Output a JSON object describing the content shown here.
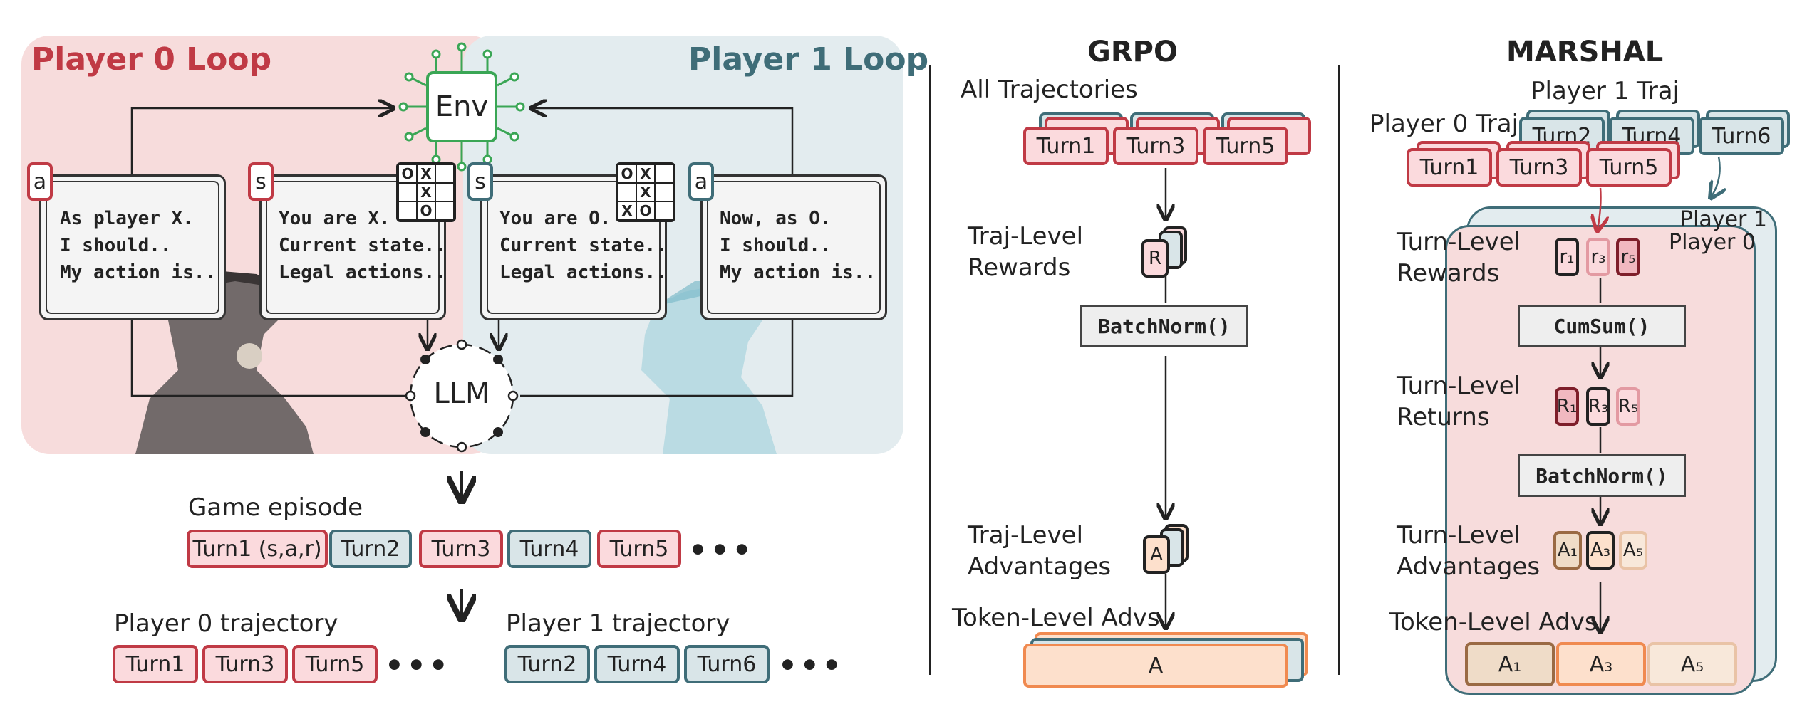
{
  "left": {
    "player0_title": "Player 0 Loop",
    "player1_title": "Player 1 Loop",
    "env_label": "Env",
    "llm_label": "LLM",
    "cards": [
      {
        "tag": "a",
        "lines": [
          "As player X.",
          "I should..",
          "My action is.."
        ]
      },
      {
        "tag": "s",
        "lines": [
          "You are X.",
          "Current state..",
          "Legal actions.."
        ]
      },
      {
        "tag": "s",
        "lines": [
          "You are O.",
          "Current state..",
          "Legal actions.."
        ]
      },
      {
        "tag": "a",
        "lines": [
          "Now, as O.",
          "I should..",
          "My action is.."
        ]
      }
    ],
    "board_a": [
      "O",
      "X",
      "",
      "",
      "X",
      "",
      "",
      "O",
      ""
    ],
    "board_b": [
      "O",
      "X",
      "",
      "",
      "X",
      "",
      "X",
      "O",
      ""
    ],
    "game_episode_label": "Game episode",
    "episode_turns": [
      "Turn1 (s,a,r)",
      "Turn2",
      "Turn3",
      "Turn4",
      "Turn5"
    ],
    "player0_traj_label": "Player 0 trajectory",
    "player0_turns": [
      "Turn1",
      "Turn3",
      "Turn5"
    ],
    "player1_traj_label": "Player 1 trajectory",
    "player1_turns": [
      "Turn2",
      "Turn4",
      "Turn6"
    ],
    "ellipsis": "•••"
  },
  "grpo": {
    "title": "GRPO",
    "all_traj_label": "All Trajectories",
    "turns": [
      "Turn1",
      "Turn3",
      "Turn5"
    ],
    "traj_rewards_label_1": "Traj-Level",
    "traj_rewards_label_2": "Rewards",
    "reward_symbol": "R",
    "batchnorm": "BatchNorm()",
    "traj_adv_label_1": "Traj-Level",
    "traj_adv_label_2": "Advantages",
    "adv_symbol": "A",
    "token_adv_label": "Token-Level Advs",
    "token_adv_symbol": "A"
  },
  "marshal": {
    "title": "MARSHAL",
    "p1_traj_label": "Player 1 Traj",
    "p0_traj_label": "Player 0 Traj",
    "p1_turns": [
      "Turn2",
      "Turn4",
      "Turn6"
    ],
    "p0_turns": [
      "Turn1",
      "Turn3",
      "Turn5"
    ],
    "panel_p1": "Player 1",
    "panel_p0": "Player 0",
    "turn_rewards_1": "Turn-Level",
    "turn_rewards_2": "Rewards",
    "rewards": [
      "r₁",
      "r₃",
      "r₅"
    ],
    "cumsum": "CumSum()",
    "turn_returns_1": "Turn-Level",
    "turn_returns_2": "Returns",
    "returns": [
      "R₁",
      "R₃",
      "R₅"
    ],
    "batchnorm": "BatchNorm()",
    "turn_adv_1": "Turn-Level",
    "turn_adv_2": "Advantages",
    "advs": [
      "A₁",
      "A₃",
      "A₅"
    ],
    "token_adv_label": "Token-Level Advs",
    "token_advs": [
      "A₁",
      "A₃",
      "A₅"
    ]
  },
  "colors": {
    "red": "#c03a45",
    "teal": "#3f6d78",
    "green": "#3aa655",
    "orange": "#f08a50",
    "pink_bg": "#f7dcdc",
    "teal_bg": "#e3ecef"
  }
}
